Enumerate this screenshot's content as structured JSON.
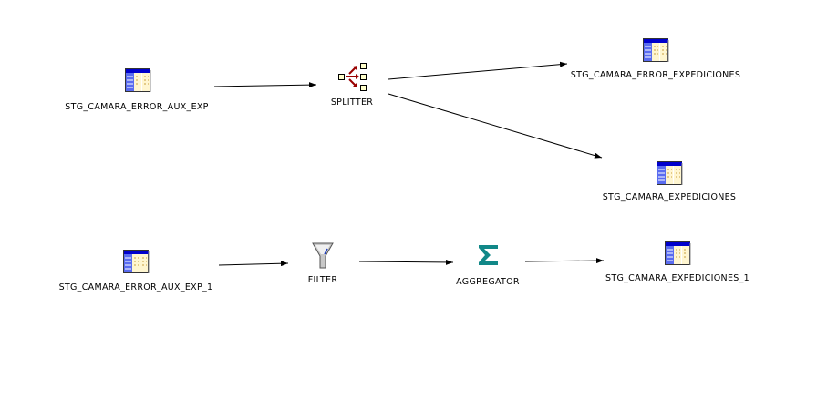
{
  "nodes": [
    {
      "id": "src1",
      "label": "STG_CAMARA_ERROR_AUX_EXP",
      "icon": "table-icon"
    },
    {
      "id": "splitter",
      "label": "SPLITTER",
      "icon": "splitter-icon"
    },
    {
      "id": "tgt1",
      "label": "STG_CAMARA_ERROR_EXPEDICIONES",
      "icon": "table-icon"
    },
    {
      "id": "tgt2",
      "label": "STG_CAMARA_EXPEDICIONES",
      "icon": "table-icon"
    },
    {
      "id": "src2",
      "label": "STG_CAMARA_ERROR_AUX_EXP_1",
      "icon": "table-icon"
    },
    {
      "id": "filter",
      "label": "FILTER",
      "icon": "filter-icon"
    },
    {
      "id": "aggregator",
      "label": "AGGREGATOR",
      "icon": "aggregator-icon"
    },
    {
      "id": "tgt3",
      "label": "STG_CAMARA_EXPEDICIONES_1",
      "icon": "table-icon"
    }
  ],
  "edges": [
    {
      "from": "src1",
      "to": "splitter"
    },
    {
      "from": "splitter",
      "to": "tgt1"
    },
    {
      "from": "splitter",
      "to": "tgt2"
    },
    {
      "from": "src2",
      "to": "filter"
    },
    {
      "from": "filter",
      "to": "aggregator"
    },
    {
      "from": "aggregator",
      "to": "tgt3"
    }
  ]
}
